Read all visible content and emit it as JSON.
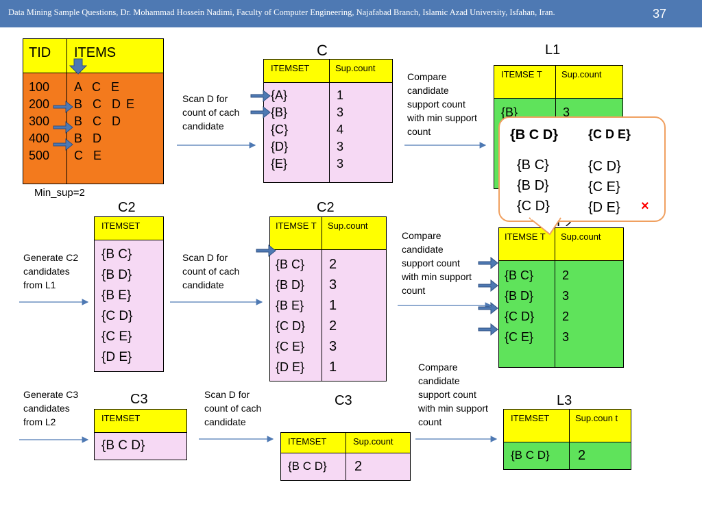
{
  "header": {
    "title": "Data Mining Sample Questions, Dr. Mohammad Hossein Nadimi, Faculty of Computer Engineering, Najafabad Branch, Islamic Azad University, Isfahan, Iran.",
    "slide_number": "37"
  },
  "db": {
    "col_tid": "TID",
    "col_items": "ITEMS",
    "tids": [
      "100",
      "200",
      "300",
      "400",
      "500"
    ],
    "items": [
      "A   C   E",
      "B   C   D",
      "B   C   D",
      "B   D",
      "C   E"
    ],
    "extra_item": "E",
    "min_sup": "Min_sup=2"
  },
  "c1": {
    "title": "C 1",
    "h_itemset": "ITEMSET",
    "h_count": "Sup.count",
    "itemsets": [
      "{A}",
      "{B}",
      "{C}",
      "{D}",
      "{E}"
    ],
    "counts": [
      "1",
      "3",
      "4",
      "3",
      "3"
    ]
  },
  "l1": {
    "title": "L1",
    "h_itemset": "ITEMSE T",
    "h_count": "Sup.count",
    "first_item": "{B}",
    "first_count": "3"
  },
  "callout": {
    "a1": "{B C D}",
    "a2": "{C D E}",
    "b": [
      "{B C}",
      "{B D}",
      "{C D}"
    ],
    "c": [
      "{C D}",
      "{C E}",
      "{D E}"
    ],
    "cross": "×"
  },
  "labels": {
    "scan1": "Scan D for count of cach candidate",
    "compare1": "Compare candidate support count with min support count",
    "gen_c2": "Generate C2 candidates from L1",
    "scan2": "Scan D for count of cach candidate",
    "compare2": "Compare candidate support count with min support count",
    "gen_c3": "Generate C3 candidates from L2",
    "scan3": "Scan D for count of cach candidate",
    "compare3": "Compare candidate support count with min support count"
  },
  "c2a": {
    "title": "C2",
    "h_itemset": "ITEMSET",
    "itemsets": [
      "{B C}",
      "{B D}",
      "{B E}",
      "{C D}",
      "{C E}",
      "{D E}"
    ]
  },
  "c2b": {
    "title": "C2",
    "h_itemset": "ITEMSE T",
    "h_count": "Sup.count",
    "itemsets": [
      "{B C}",
      "{B D}",
      "{B E}",
      "{C D}",
      "{C E}",
      "{D E}"
    ],
    "counts": [
      "2",
      "3",
      "1",
      "2",
      "3",
      "1"
    ]
  },
  "l2": {
    "title_partial": "L2",
    "h_itemset": "ITEMSE T",
    "h_count": "Sup.count",
    "itemsets": [
      "{B C}",
      "{B D}",
      "{C D}",
      "{C E}"
    ],
    "counts": [
      "2",
      "3",
      "2",
      "3"
    ]
  },
  "c3a": {
    "title": "C3",
    "h_itemset": "ITEMSET",
    "itemset": "{B C D}"
  },
  "c3b": {
    "title": "C3",
    "h_itemset": "ITEMSET",
    "h_count": "Sup.count",
    "itemset": "{B C D}",
    "count": "2"
  },
  "l3": {
    "title": "L3",
    "h_itemset": "ITEMSET",
    "h_count": "Sup.coun t",
    "itemset": "{B C D}",
    "count": "2"
  },
  "colors": {
    "header": "#4e79b3",
    "orange": "#f37a1d",
    "yellow": "#ffff00",
    "pink": "#f6d9f4",
    "green": "#5fe35b",
    "arrow": "#4e79b3",
    "callout_border": "#f0a060",
    "cross": "#ff0000"
  }
}
